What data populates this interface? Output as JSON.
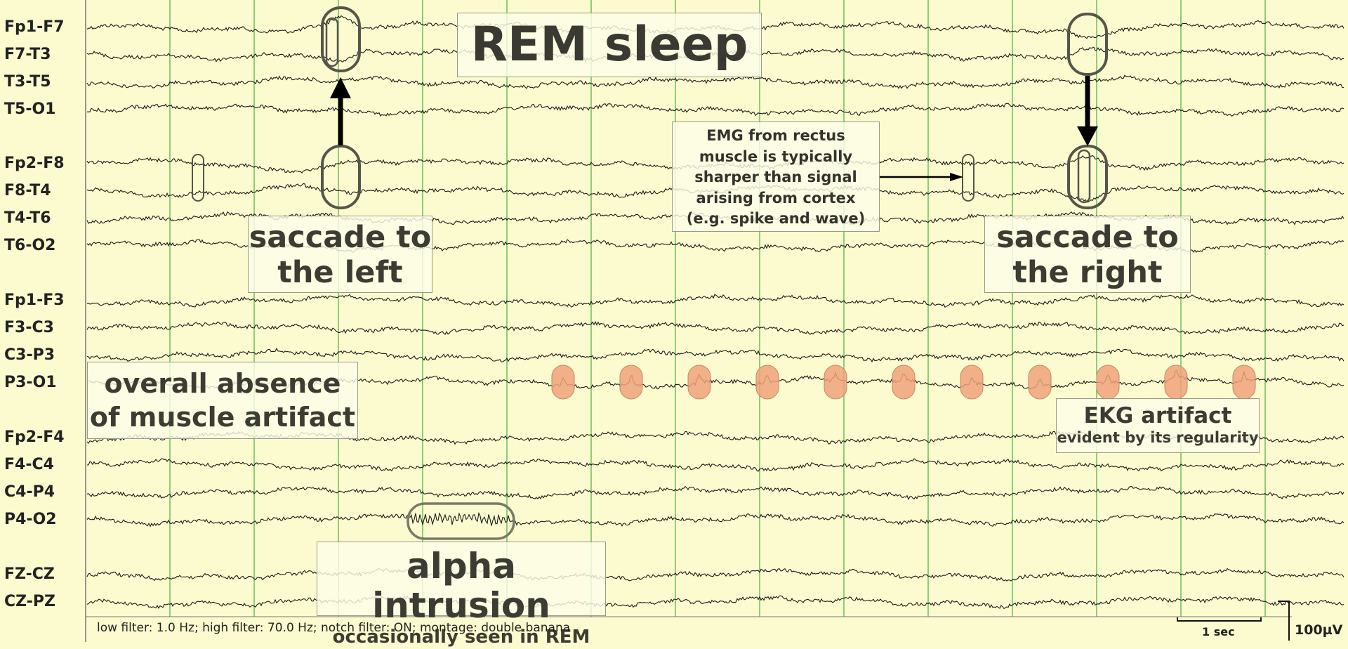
{
  "channels": [
    "Fp1-F7",
    "F7-T3",
    "T3-T5",
    "T5-O1",
    "Fp2-F8",
    "F8-T4",
    "T4-T6",
    "T6-O2",
    "Fp1-F3",
    "F3-C3",
    "C3-P3",
    "P3-O1",
    "Fp2-F4",
    "F4-C4",
    "C4-P4",
    "P4-O2",
    "FZ-CZ",
    "CZ-PZ"
  ],
  "title": "REM sleep",
  "annotations": {
    "saccade_left": [
      "saccade to",
      "the left"
    ],
    "saccade_right": [
      "saccade to",
      "the right"
    ],
    "emg": [
      "EMG from rectus",
      "muscle is typically",
      "sharper than signal",
      "arising from cortex",
      "(e.g. spike and wave)"
    ],
    "muscle": [
      "overall absence",
      "of muscle artifact"
    ],
    "ekg": {
      "title": "EKG artifact",
      "subtitle": "evident by its regularity"
    },
    "alpha": {
      "title": "alpha intrusion",
      "subtitle": "occasionally seen in REM"
    }
  },
  "footer": "low filter: 1.0 Hz; high filter: 70.0 Hz; notch filter: ON; montage: double banana",
  "scale": {
    "time": "1 sec",
    "amplitude": "100µV"
  },
  "colors": {
    "background": "#fbfbcf",
    "grid": "#22a022",
    "trace": "#1a1a1a",
    "ekg_marker": "#eea27a",
    "annotation_text": "#3c3c33",
    "highlight_outline": "#55554a"
  }
}
